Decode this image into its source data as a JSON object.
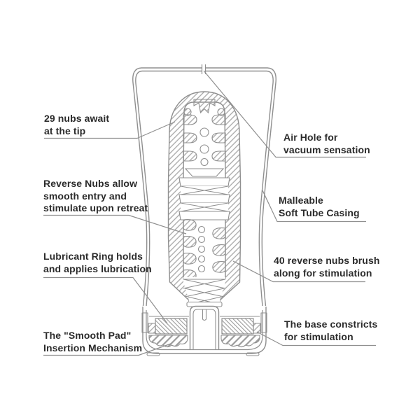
{
  "figure": {
    "title": "Soft tube cup cross-section cutaway diagram",
    "colors": {
      "background": "#ffffff",
      "drawing_line": "#8f8f8f",
      "hatch_line": "#a6a6a6",
      "label_text": "#2b2b2b"
    }
  },
  "labels": {
    "nubs_tip": "29 nubs await\nat the tip",
    "reverse_nubs": "Reverse Nubs allow\nsmooth entry and\nstimulate upon retreat",
    "lubricant_ring": "Lubricant Ring holds\nand applies lubrication",
    "smooth_pad": "The \"Smooth Pad\"\nInsertion Mechanism",
    "air_hole": "Air Hole for\nvacuum sensation",
    "malleable_casing": "Malleable\nSoft Tube Casing",
    "forty_nubs": "40 reverse nubs brush\nalong for stimulation",
    "base_constricts": "The base constricts\nfor stimulation"
  }
}
